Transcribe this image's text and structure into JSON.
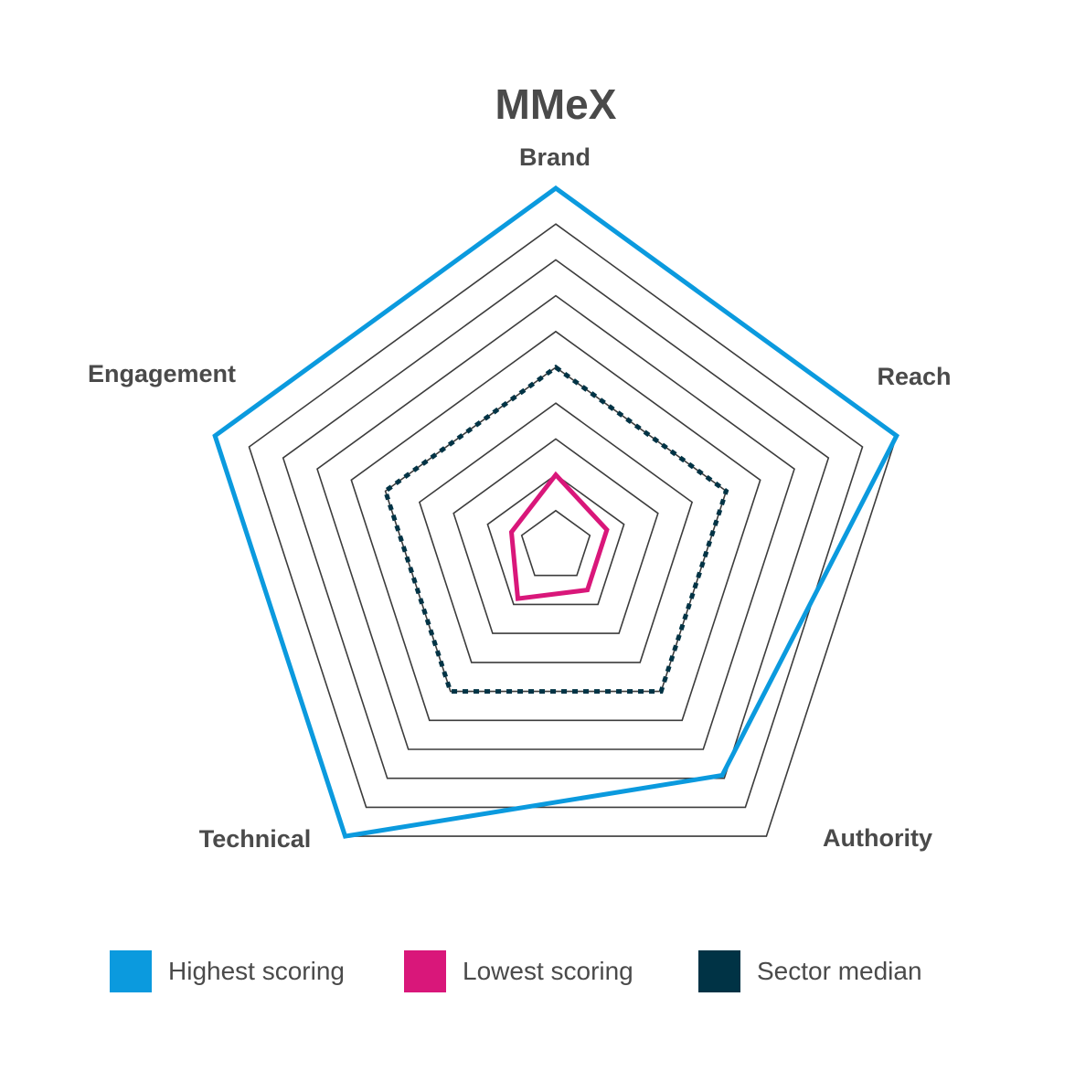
{
  "chart_data": {
    "type": "radar",
    "title": "MMeX",
    "axes": [
      "Brand",
      "Reach",
      "Authority",
      "Technical",
      "Engagement"
    ],
    "rlim": [
      0,
      10
    ],
    "rings": 10,
    "grid": true,
    "legend_position": "bottom",
    "series": [
      {
        "name": "Highest scoring",
        "color": "#0b9ade",
        "style": "solid",
        "values": [
          10,
          10,
          7.9,
          10,
          10
        ]
      },
      {
        "name": "Lowest scoring",
        "color": "#d9177a",
        "style": "solid",
        "values": [
          2.0,
          1.5,
          1.5,
          1.8,
          1.3
        ]
      },
      {
        "name": "Sector median",
        "color": "#003345",
        "style": "dotted",
        "values": [
          5.0,
          5.0,
          5.0,
          5.0,
          5.0
        ]
      }
    ]
  }
}
